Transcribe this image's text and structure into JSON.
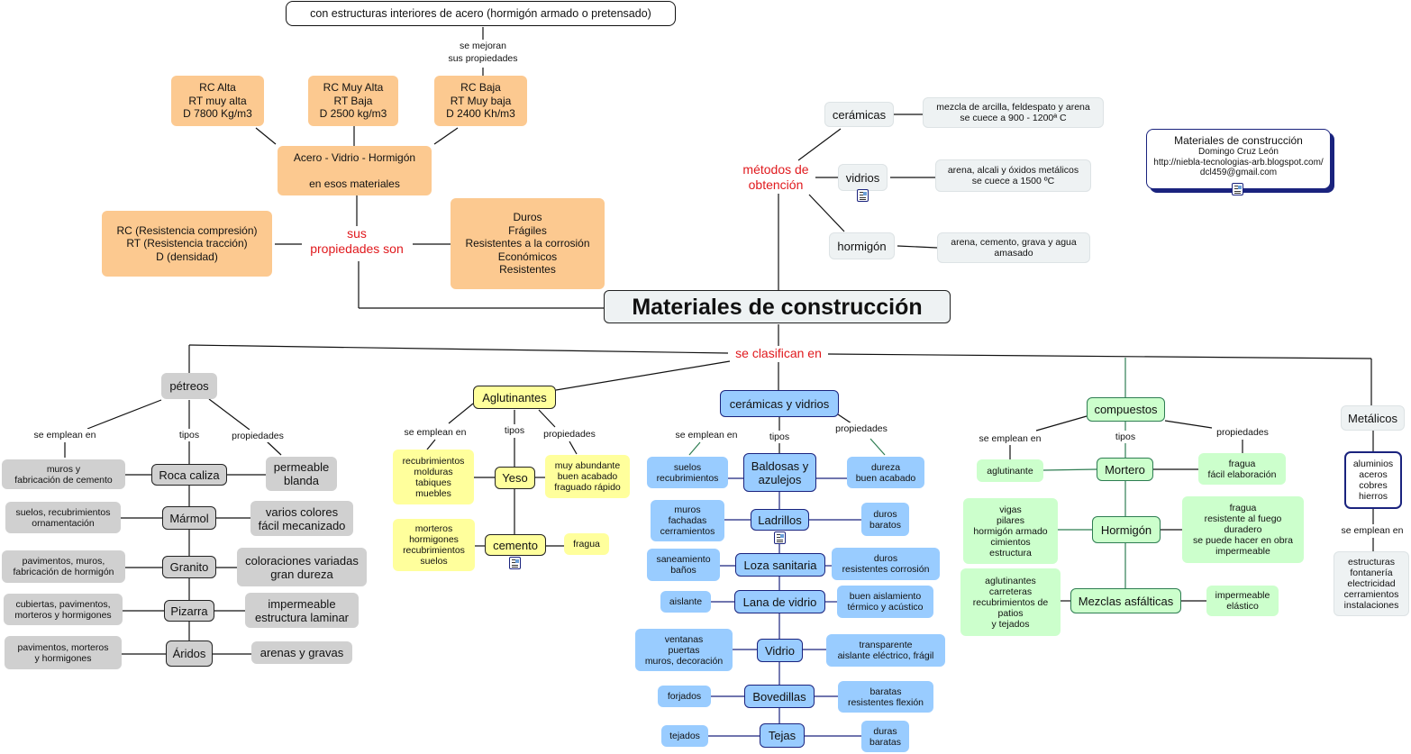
{
  "title": "Materiales de construcción",
  "info": {
    "title": "Materiales de construcción",
    "author": "Domingo Cruz León",
    "url": "http://niebla-tecnologias-arb.blogspot.com/",
    "email": "dcl459@gmail.com"
  },
  "nodes": {
    "top_box": "con estructuras interiores de acero (hormigón armado o pretensado)",
    "rc_alta": "RC Alta\nRT muy alta\nD 7800 Kg/m3",
    "rc_muy_alta": "RC  Muy Alta\nRT Baja\nD 2500 kg/m3",
    "rc_baja": "RC Baja\nRT Muy baja\nD 2400 Kh/m3",
    "acero": "Acero - Vidrio - Hormigón\n\nen esos materiales",
    "rc_def": "RC (Resistencia compresión)\nRT (Resistencia tracción)\nD (densidad)",
    "duros": "Duros\nFrágiles\nResistentes a la corrosión\nEconómicos\nResistentes",
    "main": "Materiales de construcción",
    "ceramicas": "cerámicas",
    "vidrios": "vidrios",
    "hormigon_top": "hormigón",
    "cer_desc": "mezcla de arcilla, feldespato y arena\nse cuece a 900 - 1200ª C",
    "vid_desc": "arena, alcali y óxidos metálicos\nse cuece a 1500 ºC",
    "horm_desc": "arena, cemento, grava y agua\namasado",
    "petreos": "pétreos",
    "roca_caliza": "Roca caliza",
    "roca_uso": "muros y\nfabricación de cemento",
    "roca_prop": "permeable\nblanda",
    "marmol": "Mármol",
    "marmol_uso": "suelos, recubrimientos\nornamentación",
    "marmol_prop": "varios colores\nfácil mecanizado",
    "granito": "Granito",
    "granito_uso": "pavimentos, muros,\nfabricación de hormigón",
    "granito_prop": "coloraciones variadas\ngran dureza",
    "pizarra": "Pizarra",
    "pizarra_uso": "cubiertas, pavimentos,\nmorteros y hormigones",
    "pizarra_prop": "impermeable\nestructura laminar",
    "aridos": "Áridos",
    "aridos_uso": "pavimentos, morteros\ny hormigones",
    "aridos_prop": "arenas y gravas",
    "aglutinantes": "Aglutinantes",
    "yeso": "Yeso",
    "yeso_uso": "recubrimientos\nmolduras\ntabiques\nmuebles",
    "yeso_prop": "muy abundante\nbuen acabado\nfraguado rápido",
    "cemento": "cemento",
    "cemento_uso": "morteros\nhormigones\nrecubrimientos\nsuelos",
    "cemento_prop": "fragua",
    "cer_vid": "cerámicas y vidrios",
    "baldosas": "Baldosas y\nazulejos",
    "baldosas_uso": "suelos\nrecubrimientos",
    "baldosas_prop": "dureza\nbuen acabado",
    "ladrillos": "Ladrillos",
    "ladrillos_uso": "muros\nfachadas\ncerramientos",
    "ladrillos_prop": "duros\nbaratos",
    "loza": "Loza sanitaria",
    "loza_uso": "saneamiento\nbaños",
    "loza_prop": "duros\nresistentes corrosión",
    "lana": "Lana de vidrio",
    "lana_uso": "aislante",
    "lana_prop": "buen aislamiento\ntérmico y acústico",
    "vidrio": "Vidrio",
    "vidrio_uso": "ventanas\npuertas\nmuros, decoración",
    "vidrio_prop": "transparente\naislante eléctrico, frágil",
    "bovedillas": "Bovedillas",
    "bovedillas_uso": "forjados",
    "bovedillas_prop": "baratas\nresistentes flexión",
    "tejas": "Tejas",
    "tejas_uso": "tejados",
    "tejas_prop": "duras\nbaratas",
    "compuestos": "compuestos",
    "mortero": "Mortero",
    "mortero_uso": "aglutinante",
    "mortero_prop": "fragua\nfácil elaboración",
    "hormigon": "Hormigón",
    "hormigon_uso": "vigas\npilares\nhormigón armado\ncimientos\nestructura",
    "hormigon_prop": "fragua\nresistente al fuego\nduradero\nse puede hacer en obra\nimpermeable",
    "mezclas": "Mezclas asfálticas",
    "mezclas_uso": "aglutinantes\ncarreteras\nrecubrimientos de\npatios\ny tejados",
    "mezclas_prop": "impermeable\nelástico",
    "metalicos": "Metálicos",
    "metalicos_tipos": "aluminios\naceros\ncobres\nhierros",
    "metalicos_uso": "estructuras\nfontanería\nelectricidad\ncerramientos\ninstalaciones"
  },
  "links": {
    "se_mejoran": "se mejoran\nsus propiedades",
    "sus_prop": "sus\npropiedades son",
    "metodos": "métodos de\nobtención",
    "se_clasifican": "se clasifican en",
    "pet_emplean": "se emplean en",
    "pet_tipos": "tipos",
    "pet_prop": "propiedades",
    "agl_emplean": "se emplean en",
    "agl_tipos": "tipos",
    "agl_prop": "propiedades",
    "cv_emplean": "se emplean en",
    "cv_tipos": "tipos",
    "cv_prop": "propiedades",
    "com_emplean": "se emplean en",
    "com_tipos": "tipos",
    "com_prop": "propiedades",
    "met_emplean": "se emplean en"
  },
  "colors": {
    "petreos": "#d0d0d0",
    "aglutinantes": "#ffff9c",
    "ceramicas_vidrios": "#99ccff",
    "compuestos": "#ccffcc",
    "propiedades": "#fcc990",
    "link_red": "#e0191d"
  }
}
